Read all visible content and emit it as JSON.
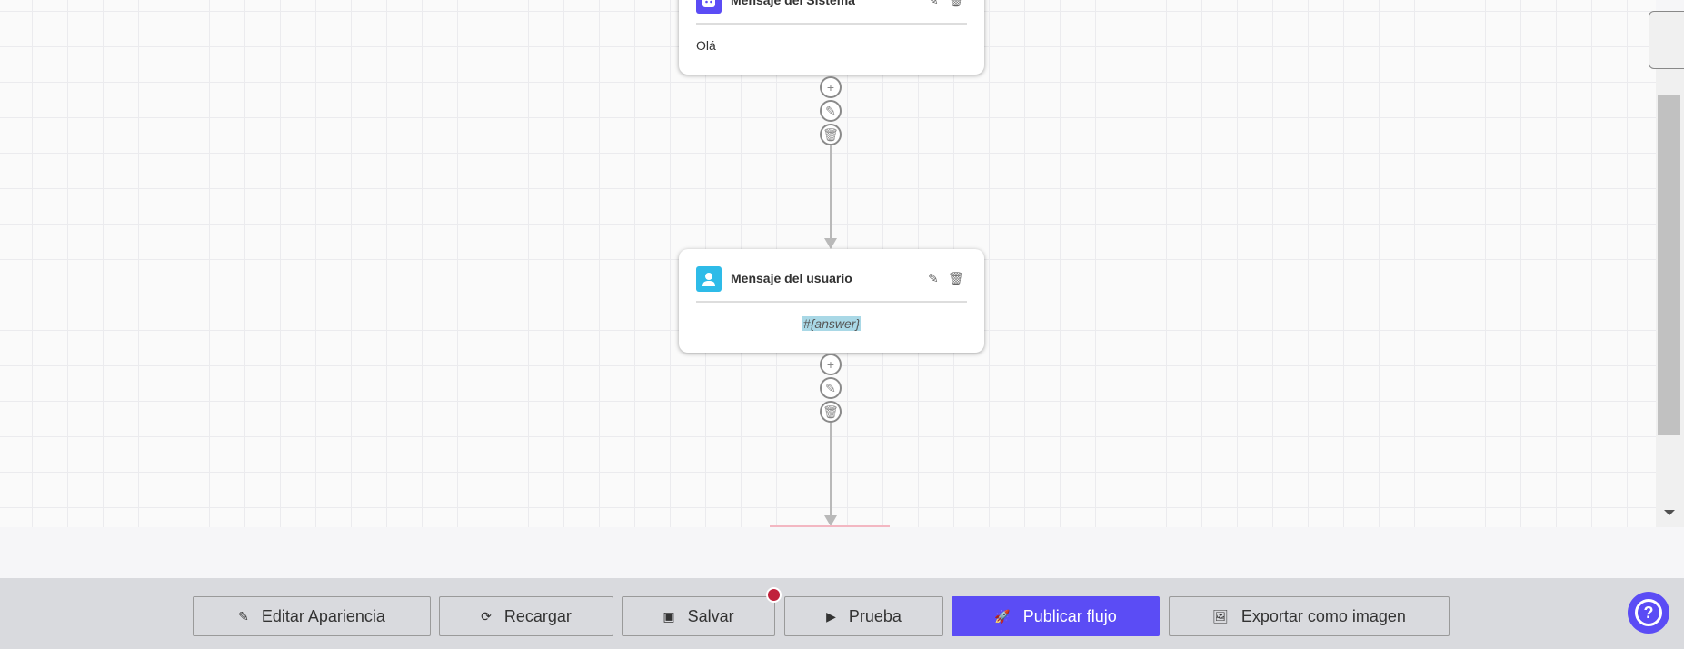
{
  "nodes": [
    {
      "type": "system",
      "title": "Mensaje del Sistema",
      "body": "Olá",
      "icon": "robot-icon",
      "color": "#5b4cf5"
    },
    {
      "type": "user",
      "title": "Mensaje del usuario",
      "body": "#{answer}",
      "icon": "user-icon",
      "color": "#2ebbe8"
    }
  ],
  "toolbar": {
    "edit_appearance": "Editar Apariencia",
    "reload": "Recargar",
    "save": "Salvar",
    "test": "Prueba",
    "publish": "Publicar flujo",
    "export": "Exportar como imagen"
  },
  "colors": {
    "accent": "#5b4cf5",
    "unsaved_dot": "#c0213b"
  }
}
